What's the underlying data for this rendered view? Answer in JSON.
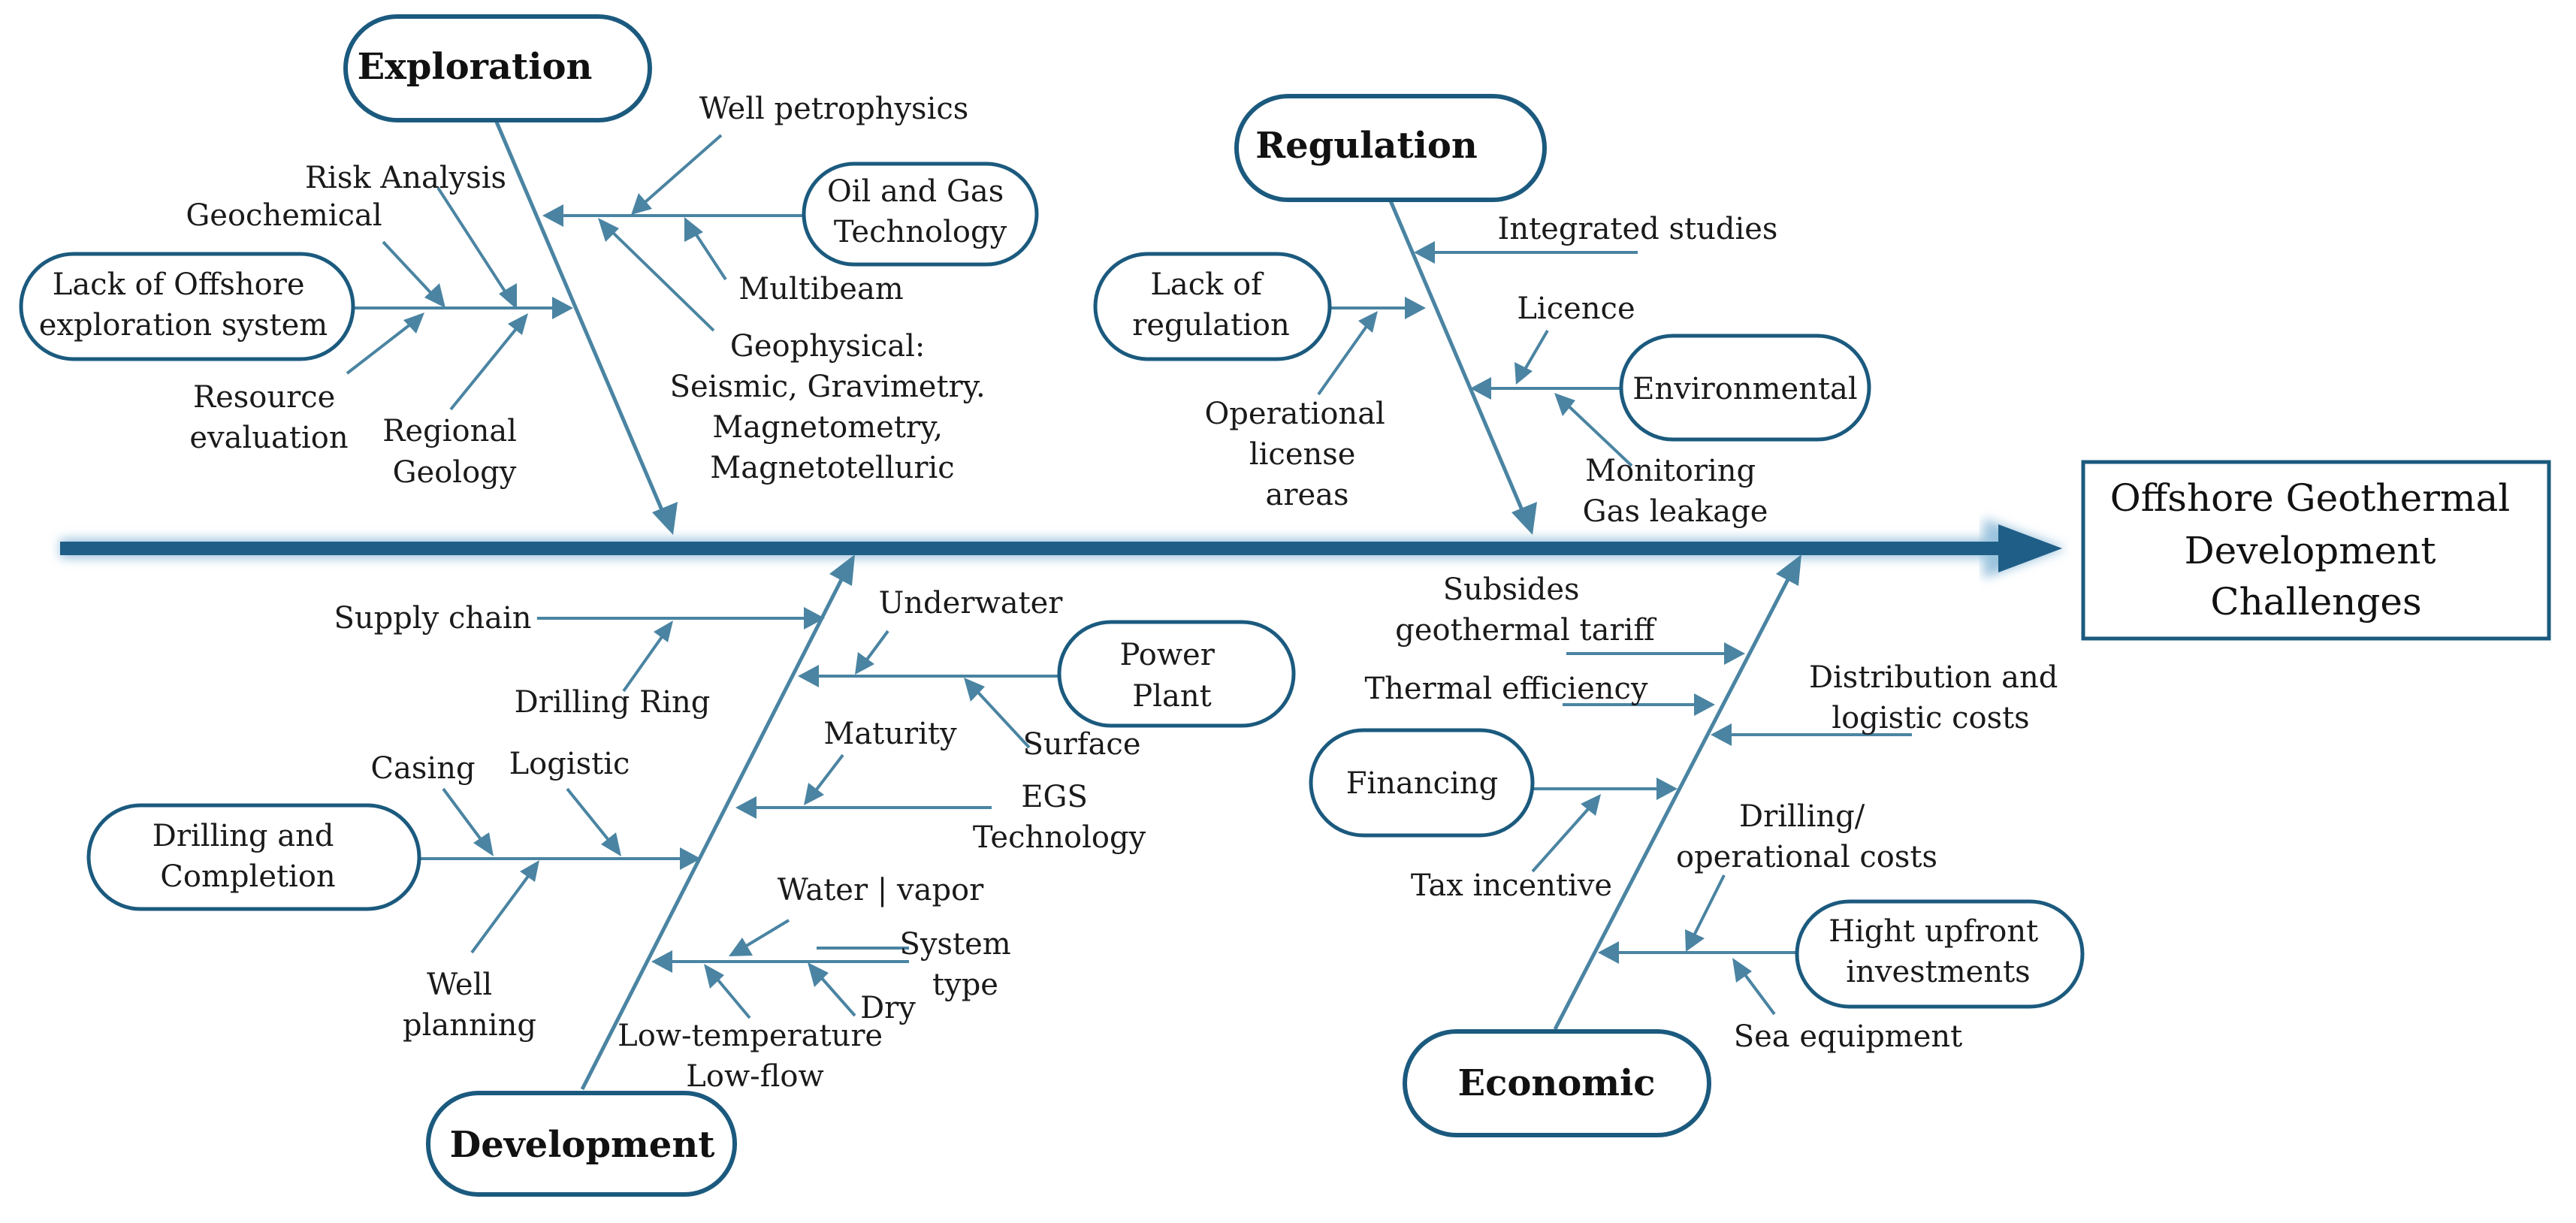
{
  "head": {
    "lines": [
      "Offshore Geothermal",
      "Development",
      "Challenges"
    ]
  },
  "categories": {
    "exploration": "Exploration",
    "regulation": "Regulation",
    "development": "Development",
    "economic": "Economic"
  },
  "pills": {
    "lack_offshore": [
      "Lack of Offshore",
      "exploration system"
    ],
    "oil_gas": [
      "Oil and Gas",
      "Technology"
    ],
    "lack_regulation": [
      "Lack of",
      "regulation"
    ],
    "environmental": [
      "Environmental"
    ],
    "power_plant": [
      "Power",
      "Plant"
    ],
    "drilling_completion": [
      "Drilling and",
      "Completion"
    ],
    "financing": [
      "Financing"
    ],
    "upfront": [
      "Hight upfront",
      "investments"
    ]
  },
  "labels": {
    "well_petrophysics": [
      "Well petrophysics"
    ],
    "risk_analysis": [
      "Risk Analysis"
    ],
    "geochemical": [
      "Geochemical"
    ],
    "multibeam": [
      "Multibeam"
    ],
    "geophysical": [
      "Geophysical:",
      "Seismic, Gravimetry.",
      "Magnetometry,",
      "Magnetotelluric"
    ],
    "resource_evaluation": [
      "Resource",
      "evaluation"
    ],
    "regional_geology": [
      "Regional",
      "Geology"
    ],
    "integrated_studies": [
      "Integrated studies"
    ],
    "licence": [
      "Licence"
    ],
    "operational_license": [
      "Operational",
      "license",
      "areas"
    ],
    "monitoring": [
      "Monitoring",
      "Gas leakage"
    ],
    "supply_chain": [
      "Supply chain"
    ],
    "drilling_ring": [
      "Drilling Ring"
    ],
    "underwater": [
      "Underwater"
    ],
    "surface": [
      "Surface"
    ],
    "maturity": [
      "Maturity"
    ],
    "egs": [
      "EGS",
      "Technology"
    ],
    "casing": [
      "Casing"
    ],
    "logistic": [
      "Logistic"
    ],
    "well_planning": [
      "Well",
      "planning"
    ],
    "water_vapor": [
      "Water | vapor"
    ],
    "system_type": [
      "System",
      "type"
    ],
    "dry": [
      "Dry"
    ],
    "low_temp": [
      "Low-temperature",
      "Low-flow"
    ],
    "subsides": [
      "Subsides",
      "geothermal tariff"
    ],
    "thermal_efficiency": [
      "Thermal efficiency"
    ],
    "distribution": [
      "Distribution and",
      "logistic costs"
    ],
    "tax_incentive": [
      "Tax incentive"
    ],
    "drilling_costs": [
      "Drilling/",
      "operational costs"
    ],
    "sea_equipment": [
      "Sea equipment"
    ]
  }
}
